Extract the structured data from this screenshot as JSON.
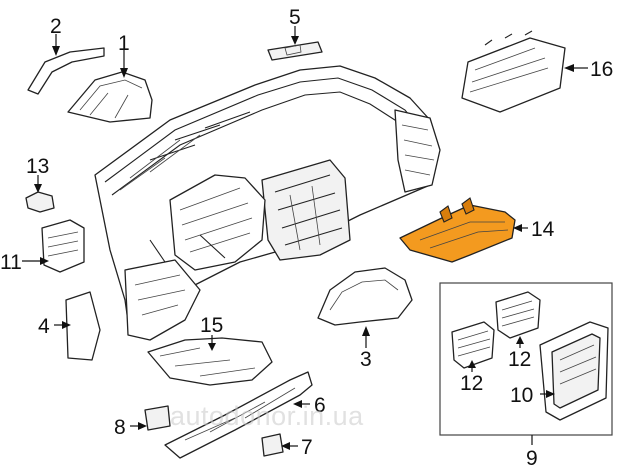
{
  "callouts": {
    "p1": "1",
    "p2": "2",
    "p3": "3",
    "p4": "4",
    "p5": "5",
    "p6": "6",
    "p7": "7",
    "p8": "8",
    "p9": "9",
    "p10": "10",
    "p11": "11",
    "p12a": "12",
    "p12b": "12",
    "p13": "13",
    "p14": "14",
    "p15": "15",
    "p16": "16"
  },
  "highlight": {
    "part": "14",
    "color": "#f39a1f"
  },
  "watermark": "autodonor.in.ua"
}
